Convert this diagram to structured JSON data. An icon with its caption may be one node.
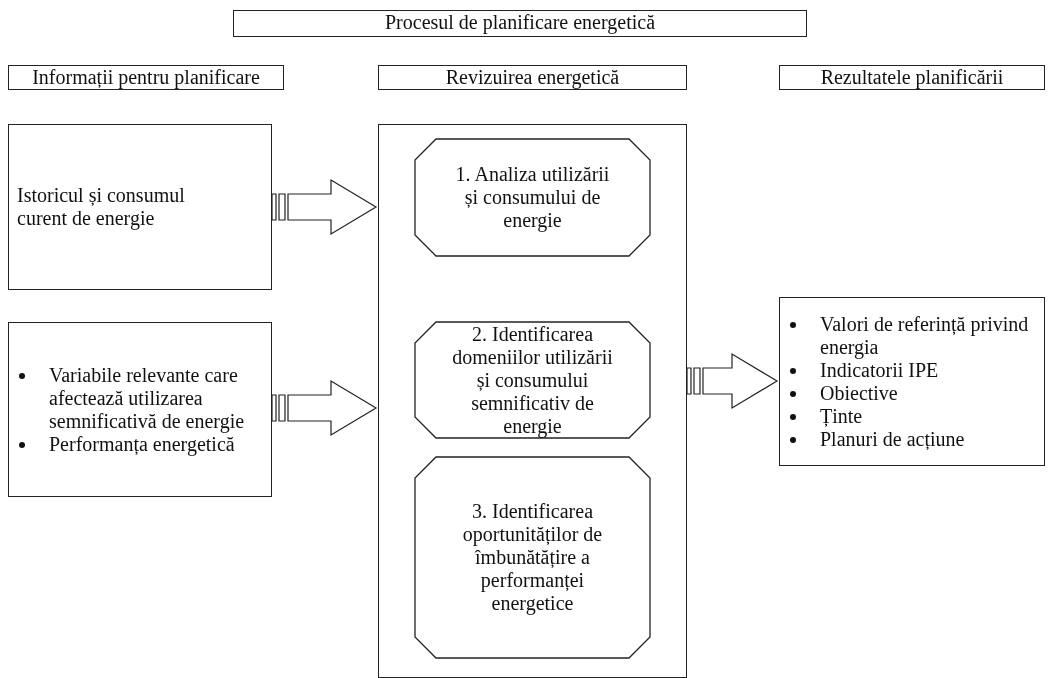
{
  "diagram": {
    "nodes": [
      {
        "text": [
          "Procesul de planificare energetică"
        ]
      },
      {
        "text": [
          "Informații pentru planificare"
        ]
      },
      {
        "text": [
          "Revizuirea energetică"
        ]
      },
      {
        "text": [
          "Rezultatele planificării"
        ]
      },
      {
        "text": [
          "Istoricul și consumul curent de energie"
        ]
      },
      {
        "text": [
          "Variabile relevante care afectează utilizarea semnificativă de energie",
          "Performanța energetică"
        ]
      },
      {
        "text": [],
        "shape": "box"
      },
      {
        "text": [
          "1. Analiza utilizării și consumului de energie"
        ],
        "in": 6
      },
      {
        "text": [
          "2. Identificarea domeniilor utilizării și consumului semnificativ de energie"
        ],
        "in": 6
      },
      {
        "text": [
          "3. Identificarea oportunităților de îmbunătățire a performanței energetice"
        ],
        "in": 6
      },
      {
        "text": [
          "Valori de referință privind energia",
          "Indicatorii IPE",
          "Obiective",
          "Ținte",
          "Planuri de acțiune"
        ]
      }
    ],
    "edges": [
      {
        "from": 4,
        "to": 6,
        "arrow": "to"
      },
      {
        "from": 5,
        "to": 6,
        "arrow": "to"
      },
      {
        "from": 6,
        "to": 10,
        "arrow": "to"
      }
    ]
  }
}
